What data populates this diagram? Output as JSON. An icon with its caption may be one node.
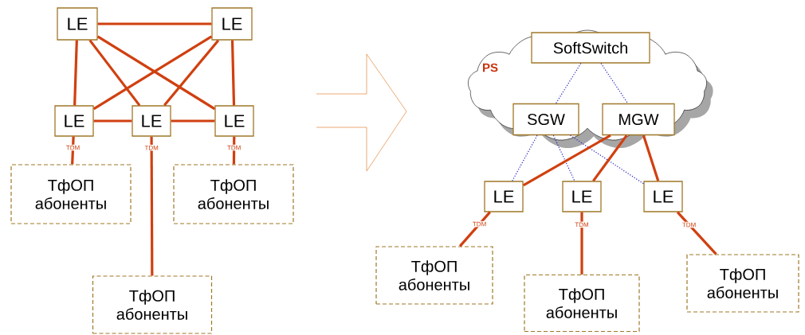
{
  "diagram": {
    "nodes": [
      {
        "text": [
          "LE"
        ]
      },
      {
        "text": [
          "LE"
        ]
      },
      {
        "text": [
          "LE"
        ]
      },
      {
        "text": [
          "LE"
        ]
      },
      {
        "text": [
          "LE"
        ]
      },
      {
        "text": [
          "ТфОП абоненты"
        ]
      },
      {
        "text": [
          "ТфОП абоненты"
        ]
      },
      {
        "text": [
          "ТфОП абоненты"
        ]
      },
      {
        "text": [
          "PS"
        ]
      },
      {
        "text": [
          "SoftSwitch"
        ],
        "in": 8
      },
      {
        "text": [
          "SGW"
        ],
        "in": 8
      },
      {
        "text": [
          "MGW"
        ],
        "in": 8
      },
      {
        "text": [
          "LE"
        ]
      },
      {
        "text": [
          "LE"
        ]
      },
      {
        "text": [
          "LE"
        ]
      },
      {
        "text": [
          "ТфОП абоненты"
        ]
      },
      {
        "text": [
          "ТфОП абоненты"
        ]
      },
      {
        "text": [
          "ТфОП абоненты"
        ]
      }
    ],
    "edges": [
      {
        "from": 0,
        "to": 1,
        "arrow": "none"
      },
      {
        "from": 0,
        "to": 2,
        "arrow": "none"
      },
      {
        "from": 0,
        "to": 3,
        "arrow": "none"
      },
      {
        "from": 0,
        "to": 4,
        "arrow": "none"
      },
      {
        "from": 1,
        "to": 2,
        "arrow": "none"
      },
      {
        "from": 1,
        "to": 3,
        "arrow": "none"
      },
      {
        "from": 1,
        "to": 4,
        "arrow": "none"
      },
      {
        "from": 2,
        "to": 3,
        "arrow": "none"
      },
      {
        "from": 3,
        "to": 4,
        "arrow": "none"
      },
      {
        "from": 2,
        "to": 5,
        "arrow": "none",
        "label": "TDM"
      },
      {
        "from": 3,
        "to": 7,
        "arrow": "none",
        "label": "TDM"
      },
      {
        "from": 4,
        "to": 6,
        "arrow": "none",
        "label": "TDM"
      },
      {
        "from": 9,
        "to": 10,
        "arrow": "none",
        "style": "dashed",
        "color": "#2020c0"
      },
      {
        "from": 9,
        "to": 11,
        "arrow": "none",
        "style": "dashed",
        "color": "#2020c0"
      },
      {
        "from": 10,
        "to": 12,
        "arrow": "none",
        "style": "dashed",
        "color": "#2020c0"
      },
      {
        "from": 10,
        "to": 13,
        "arrow": "none",
        "style": "dashed",
        "color": "#2020c0"
      },
      {
        "from": 10,
        "to": 14,
        "arrow": "none",
        "style": "dashed",
        "color": "#2020c0"
      },
      {
        "from": 11,
        "to": 12,
        "arrow": "none"
      },
      {
        "from": 11,
        "to": 13,
        "arrow": "none"
      },
      {
        "from": 11,
        "to": 14,
        "arrow": "none"
      },
      {
        "from": 12,
        "to": 15,
        "arrow": "none",
        "label": "TDM"
      },
      {
        "from": 13,
        "to": 16,
        "arrow": "none",
        "label": "TDM"
      },
      {
        "from": 14,
        "to": 17,
        "arrow": "none",
        "label": "TDM"
      }
    ]
  }
}
